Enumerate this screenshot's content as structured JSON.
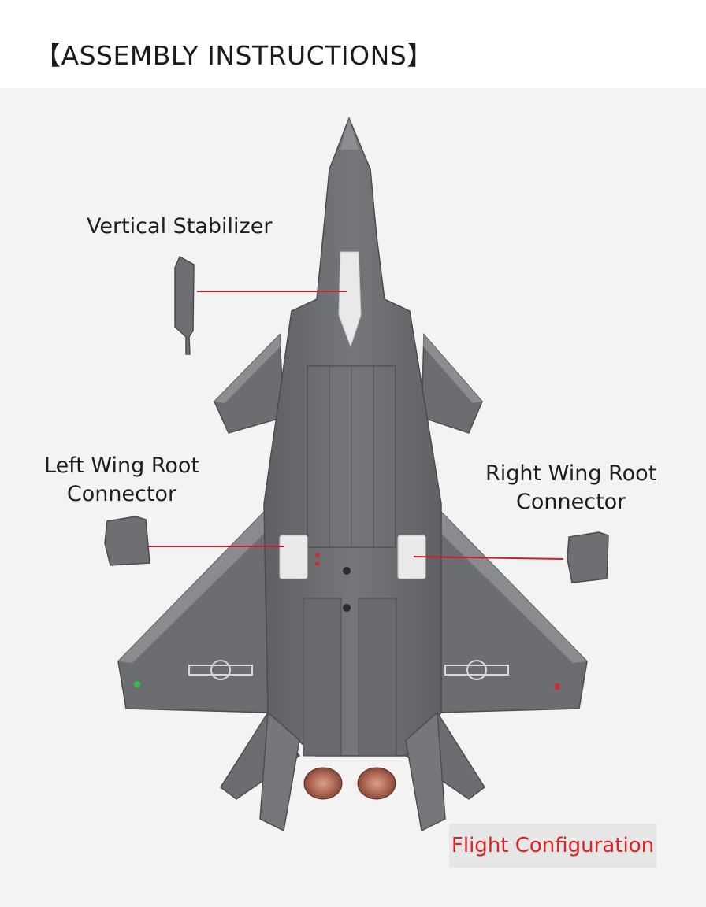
{
  "header": {
    "title": "【ASSEMBLY INSTRUCTIONS】"
  },
  "labels": {
    "vertical_stabilizer": "Vertical Stabilizer",
    "left_wing_root_line1": "Left Wing Root",
    "left_wing_root_line2": "Connector",
    "right_wing_root_line1": "Right Wing Root",
    "right_wing_root_line2": "Connector"
  },
  "badge": {
    "text": "Flight Configuration"
  },
  "colors": {
    "airframe": "#6d6e72",
    "airframe_light": "#898a8e",
    "callout_line": "#c8202a",
    "badge_text": "#d82424"
  }
}
